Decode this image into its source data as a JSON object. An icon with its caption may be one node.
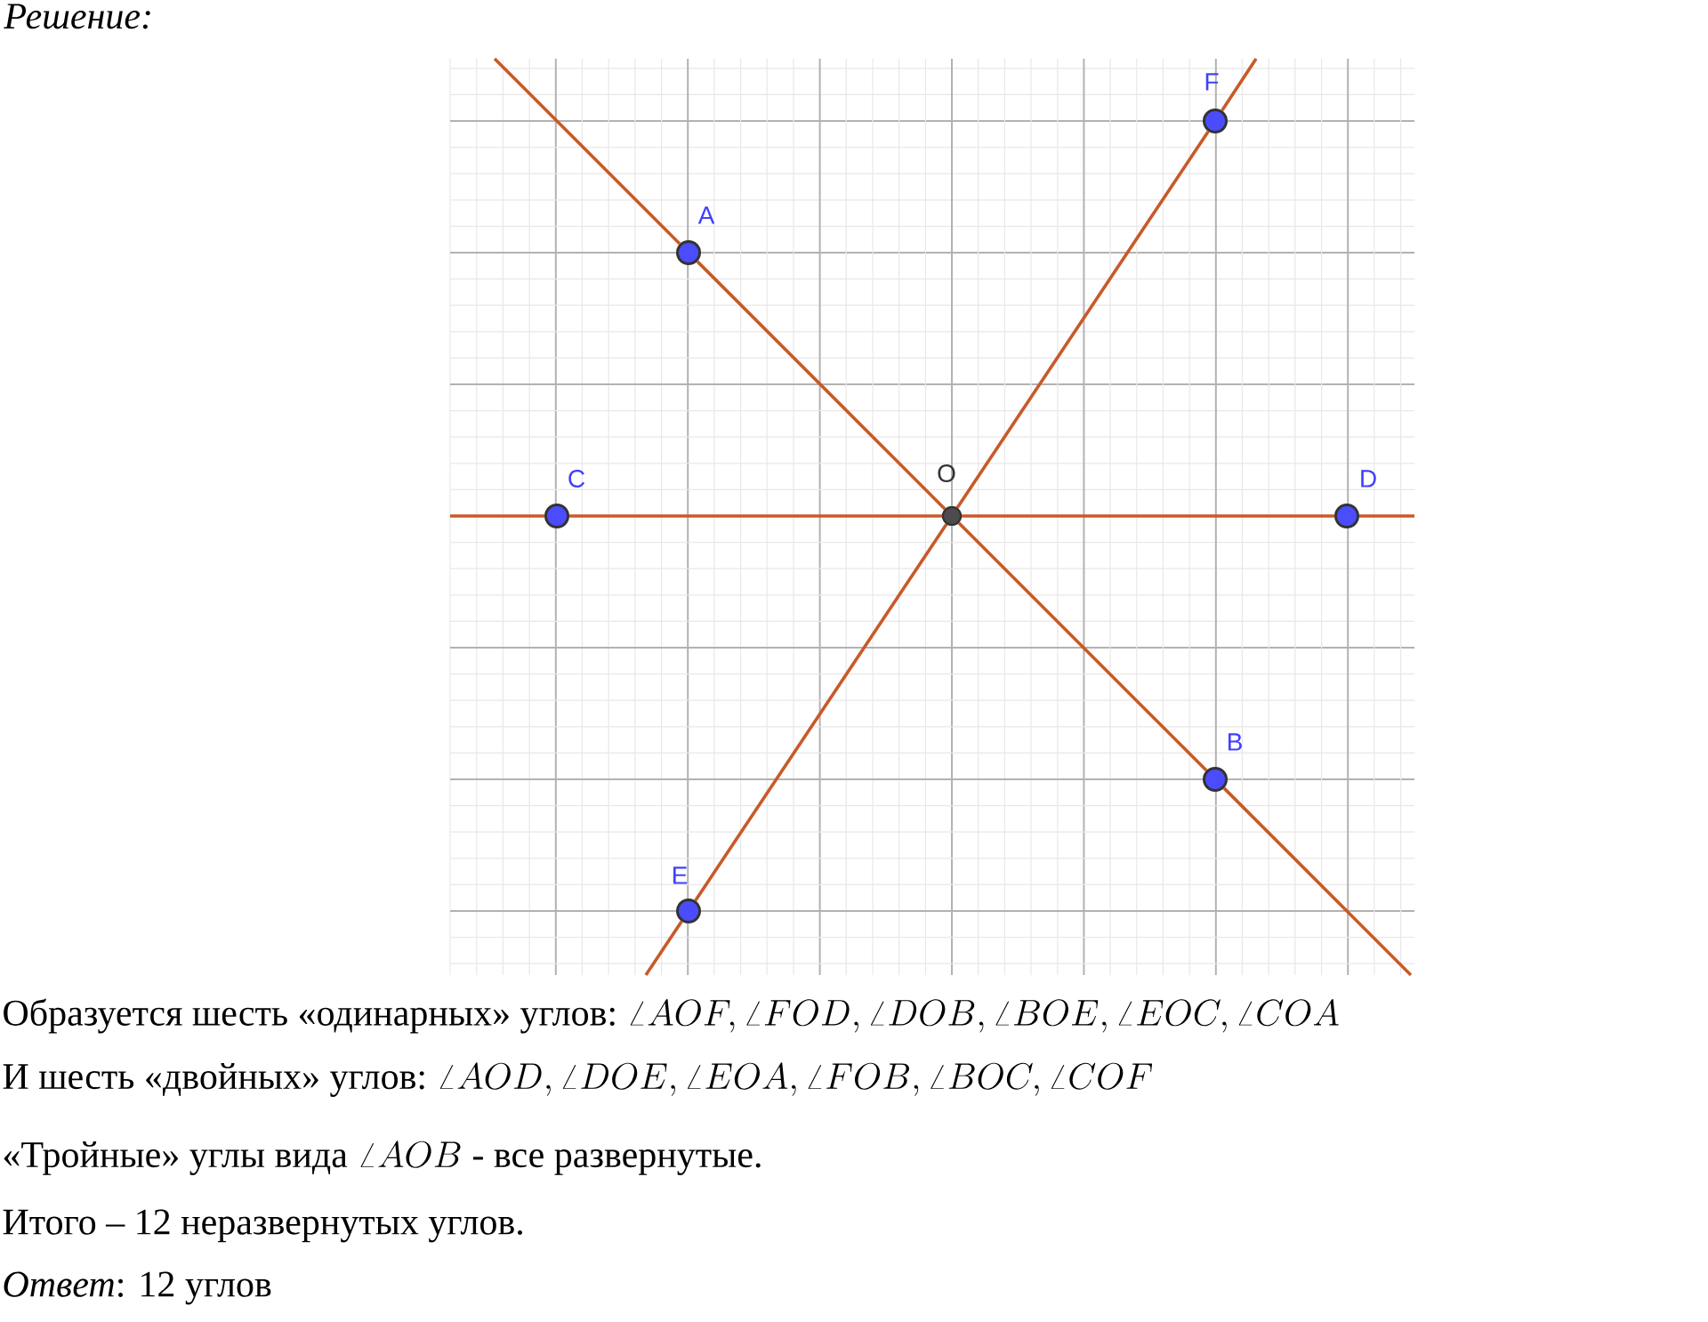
{
  "diagram": {
    "title": "Решение:",
    "nodes": [
      {
        "text": [
          "A"
        ]
      },
      {
        "text": [
          "B"
        ]
      },
      {
        "text": [
          "C"
        ]
      },
      {
        "text": [
          "D"
        ]
      },
      {
        "text": [
          "E"
        ]
      },
      {
        "text": [
          "F"
        ]
      },
      {
        "text": [
          "O"
        ]
      }
    ],
    "edges": [
      {
        "from": null,
        "to": 0,
        "arrow": "none"
      },
      {
        "from": 0,
        "to": 6,
        "arrow": "none"
      },
      {
        "from": 6,
        "to": 1,
        "arrow": "none"
      },
      {
        "from": 1,
        "to": null,
        "arrow": "none"
      },
      {
        "from": null,
        "to": 2,
        "arrow": "none"
      },
      {
        "from": 2,
        "to": 6,
        "arrow": "none"
      },
      {
        "from": 6,
        "to": 3,
        "arrow": "none"
      },
      {
        "from": 3,
        "to": null,
        "arrow": "none"
      },
      {
        "from": null,
        "to": 4,
        "arrow": "none"
      },
      {
        "from": 4,
        "to": 6,
        "arrow": "none"
      },
      {
        "from": 6,
        "to": 5,
        "arrow": "none"
      },
      {
        "from": 5,
        "to": null,
        "arrow": "none"
      }
    ],
    "labels": [
      "Образуется шесть «одинарных» углов:",
      "\\angle AOF,\\angle FOD,\\angle DOB,\\angle BOE,\\angle EOC,\\angle COA",
      "И шесть «двойных» углов:",
      "\\angle AOD,\\angle DOE,\\angle EOA,\\angle FOB,\\angle BOC,\\angle COF",
      "«Тройные» углы вида",
      "\\angle AOB",
      "- все развернутые.",
      "Итого – 12 неразвернутых углов.",
      "*Ответ*: 12 углов"
    ]
  }
}
